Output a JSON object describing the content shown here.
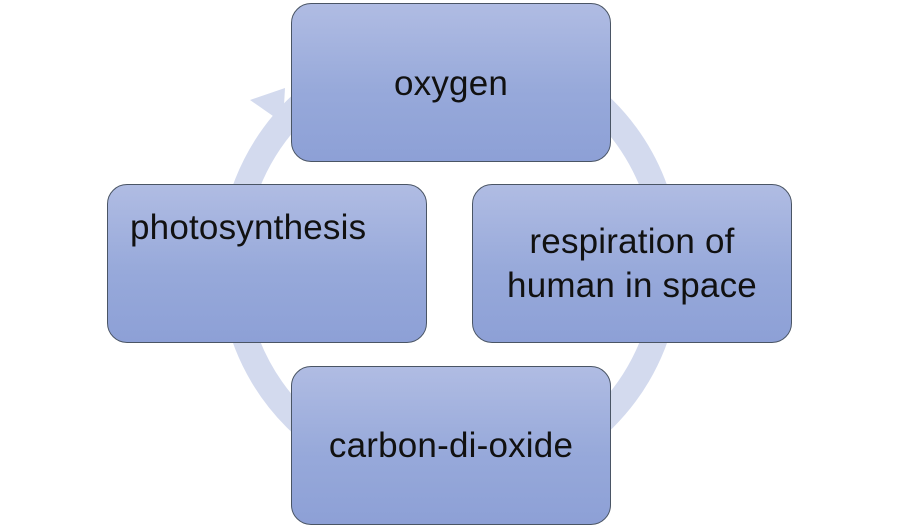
{
  "diagram": {
    "type": "cycle",
    "colors": {
      "box_fill_top": "#b0bce3",
      "box_fill_bottom": "#8da0d6",
      "box_border": "#4a5565",
      "ring": "#d3daee",
      "text": "#111111"
    },
    "nodes": [
      {
        "id": "oxygen",
        "label": "oxygen"
      },
      {
        "id": "respiration",
        "label": "respiration of\nhuman in space"
      },
      {
        "id": "carbon",
        "label": "carbon-di-oxide"
      },
      {
        "id": "photosynthesis",
        "label": "photosynthesis"
      }
    ],
    "flow": "clockwise"
  }
}
